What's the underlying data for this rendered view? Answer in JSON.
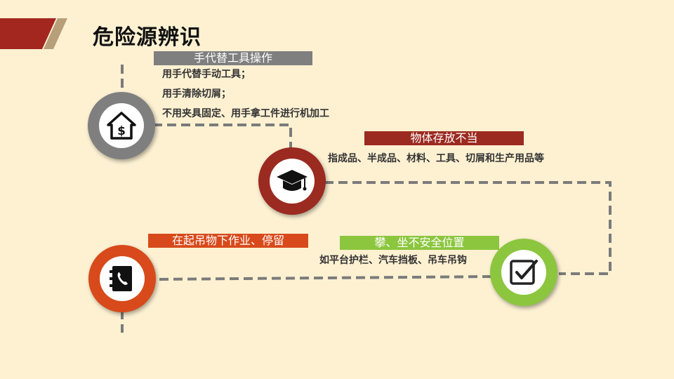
{
  "slide": {
    "title": "危险源辨识"
  },
  "items": [
    {
      "label": "手代替工具操作",
      "details": [
        "用手代替手动工具；",
        "用手清除切屑；",
        "不用夹具固定、用手拿工件进行机加工"
      ],
      "icon": "house-dollar-icon",
      "color": "#7f7f7f"
    },
    {
      "label": "物体存放不当",
      "details": [
        "指成品、半成品、材料、工具、切屑和生产用品等"
      ],
      "icon": "graduation-cap-icon",
      "color": "#9b2a20"
    },
    {
      "label": "攀、坐不安全位置",
      "details": [
        "如平台护栏、汽车挡板、吊车吊钩"
      ],
      "icon": "checkbox-icon",
      "color": "#8cc63f"
    },
    {
      "label": "在起吊物下作业、停留",
      "details": [],
      "icon": "phone-book-icon",
      "color": "#d84a1b"
    }
  ]
}
